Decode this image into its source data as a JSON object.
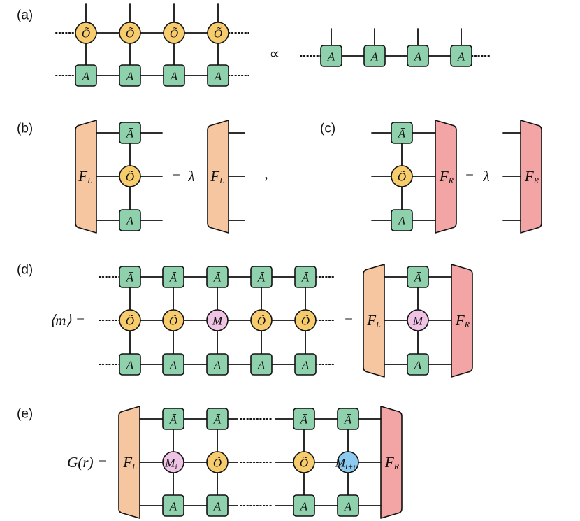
{
  "colors": {
    "A_tensor": "#8fd1ac",
    "O_tensor": "#f7cc6d",
    "M_tensor": "#eec3e4",
    "M_end_tensor": "#8ccbef",
    "F_L": "#f6c6a0",
    "F_R": "#f3a5a5",
    "stroke": "#111111"
  },
  "labels": {
    "a": "(a)",
    "b": "(b)",
    "c": "(c)",
    "d": "(d)",
    "e": "(e)"
  },
  "symbols": {
    "A": "A",
    "A_bar": "Ā",
    "O_tilde": "Õ",
    "M": "M",
    "F": "F",
    "sub_L": "L",
    "sub_R": "R",
    "M_i_sub": "i",
    "M_ir_sub": "i+r",
    "proportional": "∝",
    "equals": "=",
    "lambda": "λ",
    "comma": ",",
    "m_expectation": "⟨m⟩ =",
    "G_r": "G(r) ="
  }
}
